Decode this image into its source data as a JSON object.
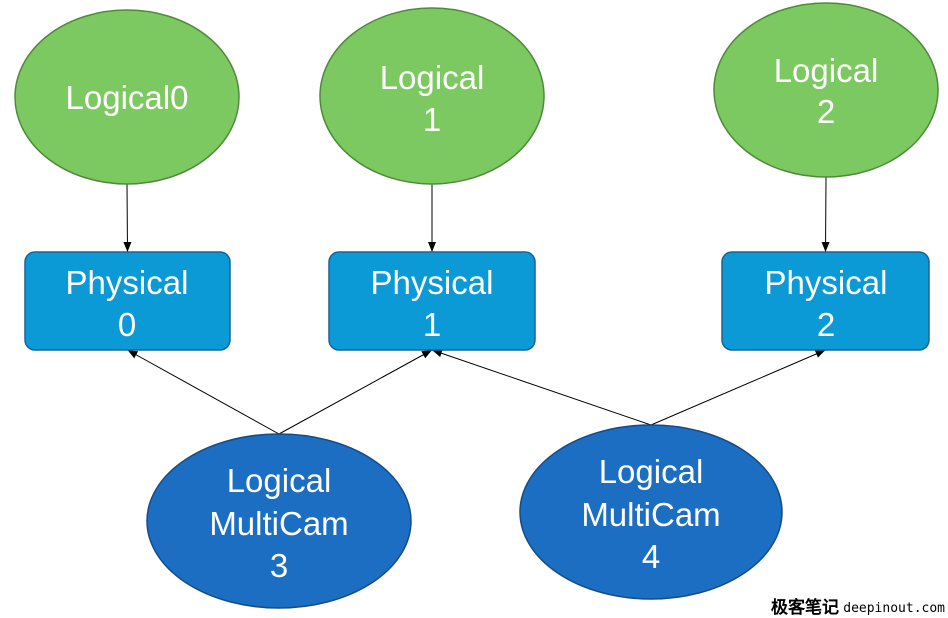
{
  "diagram": {
    "nodes": {
      "logical_0": {
        "lines": [
          "Logical0"
        ]
      },
      "logical_1": {
        "lines": [
          "Logical",
          "1"
        ]
      },
      "logical_2": {
        "lines": [
          "Logical",
          "2"
        ]
      },
      "physical_0": {
        "lines": [
          "Physical",
          "0"
        ]
      },
      "physical_1": {
        "lines": [
          "Physical",
          "1"
        ]
      },
      "physical_2": {
        "lines": [
          "Physical",
          "2"
        ]
      },
      "logical_multicam_3": {
        "lines": [
          "Logical",
          "MultiCam",
          "3"
        ]
      },
      "logical_multicam_4": {
        "lines": [
          "Logical",
          "MultiCam",
          "4"
        ]
      }
    },
    "edges": [
      {
        "from": "logical_0",
        "to": "physical_0"
      },
      {
        "from": "logical_1",
        "to": "physical_1"
      },
      {
        "from": "logical_2",
        "to": "physical_2"
      },
      {
        "from": "logical_multicam_3",
        "to": "physical_0"
      },
      {
        "from": "logical_multicam_3",
        "to": "physical_1"
      },
      {
        "from": "logical_multicam_4",
        "to": "physical_1"
      },
      {
        "from": "logical_multicam_4",
        "to": "physical_2"
      }
    ]
  },
  "colors": {
    "logical_fill": "#7dc961",
    "physical_fill": "#0b9ad6",
    "multicam_fill": "#1c6ec3",
    "label_text": "#ffffff",
    "edge": "#000000",
    "watermark_text": "#000000"
  },
  "watermark": {
    "logo_text": "极客笔记",
    "site": "deepinout.com"
  }
}
